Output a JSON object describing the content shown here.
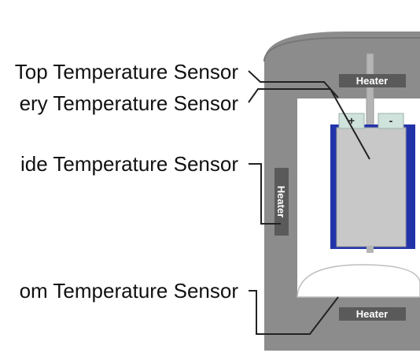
{
  "sensor_labels": {
    "top": "Top Temperature Sensor",
    "battery": "ery Temperature Sensor",
    "side": "ide Temperature Sensor",
    "bottom": "om Temperature Sensor"
  },
  "heaters": {
    "top": "Heater",
    "side": "Heater",
    "bottom": "Heater"
  },
  "terminals": {
    "positive": "+",
    "negative": "-"
  },
  "colors": {
    "chamber": "#8c8c8c",
    "chamber_dark": "#7a7a7a",
    "heater_pad": "#5a5a5a",
    "battery_fill": "#c8c8c8",
    "battery_edge": "#2233aa",
    "terminal": "#cfe2dc",
    "leader_line": "#222222"
  }
}
